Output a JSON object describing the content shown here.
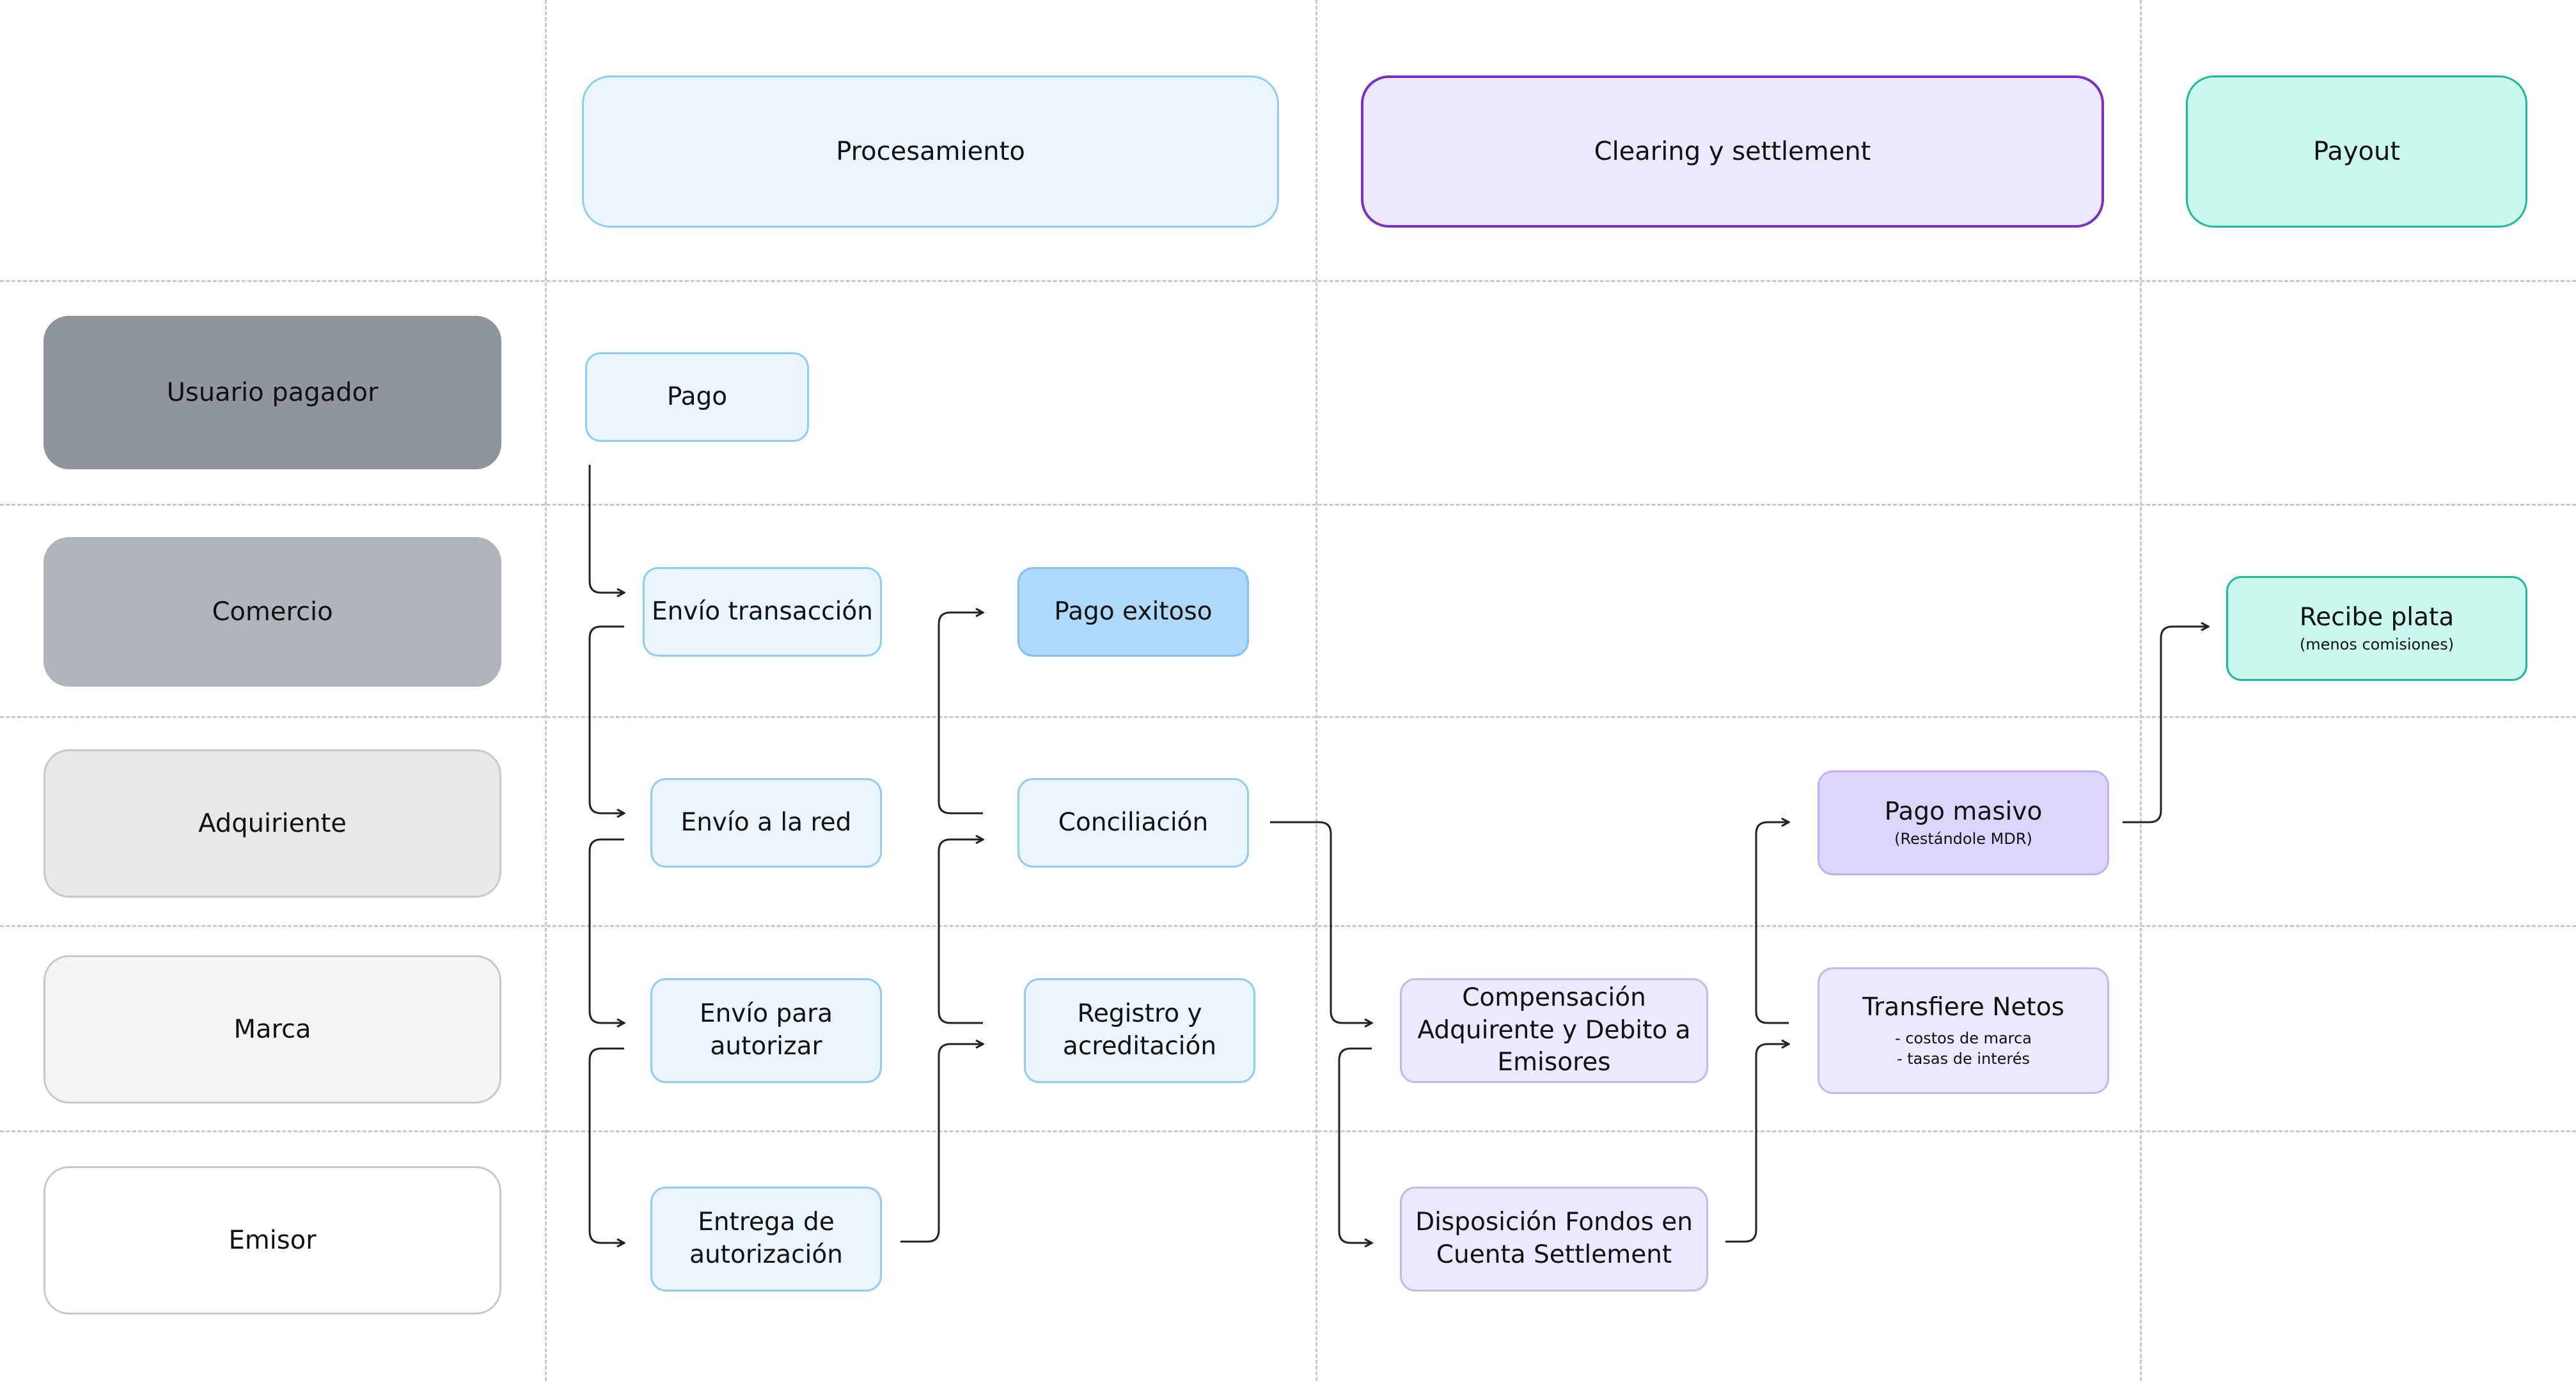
{
  "phases": {
    "procesamiento": "Procesamiento",
    "clearing": "Clearing y settlement",
    "payout": "Payout"
  },
  "lanes": {
    "usuario": "Usuario pagador",
    "comercio": "Comercio",
    "adquiriente": "Adquiriente",
    "marca": "Marca",
    "emisor": "Emisor"
  },
  "nodes": {
    "pago": "Pago",
    "envio_transaccion": "Envío transacción",
    "pago_exitoso": "Pago exitoso",
    "envio_red": "Envío a la red",
    "conciliacion": "Conciliación",
    "envio_autorizar": "Envío para autorizar",
    "registro": "Registro y acreditación",
    "entrega": "Entrega de autorización",
    "compensacion": "Compensación Adquirente y Debito a Emisores",
    "disposicion": "Disposición Fondos en Cuenta Settlement",
    "pago_masivo": "Pago masivo",
    "pago_masivo_sub": "(Restándole MDR)",
    "transfiere": "Transfiere Netos",
    "transfiere_sub1": "- costos de marca",
    "transfiere_sub2": "- tasas de interés",
    "recibe": "Recibe plata",
    "recibe_sub": "(menos comisiones)"
  },
  "colors": {
    "procesamiento_fill": "#eaf5fd",
    "procesamiento_border": "#8fcdf5",
    "pago_exitoso_fill": "#aed9fa",
    "clearing_fill": "#ece8fd",
    "clearing_border": "#7b2fc4",
    "payout_fill": "#cbf8ec",
    "payout_border": "#1fb899",
    "connector": "#222222",
    "gridline": "#c8c8c8"
  }
}
